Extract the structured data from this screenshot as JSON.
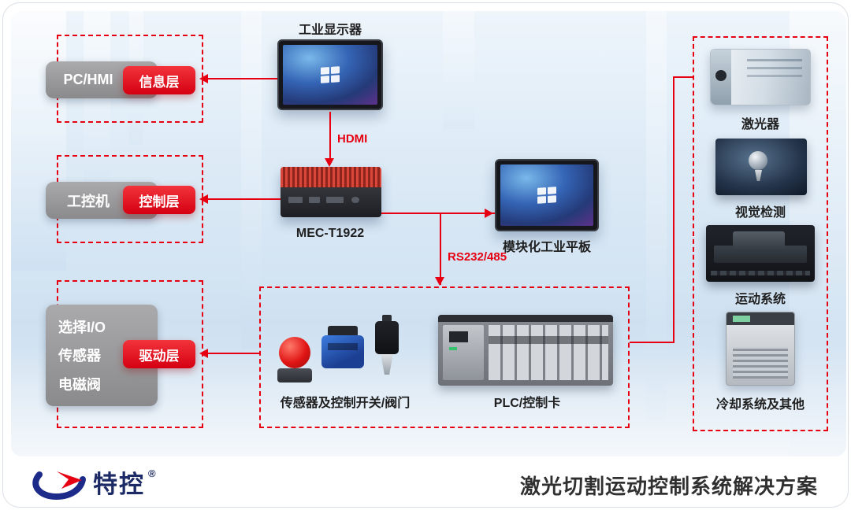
{
  "colors": {
    "accent": "#e60012",
    "badge_red": "#d50012",
    "box_grey": "#8a8a8c",
    "brand_blue": "#1c2a66"
  },
  "top_device": {
    "label": "工业显示器"
  },
  "connections": {
    "hdmi": "HDMI",
    "rs232": "RS232/485"
  },
  "center": {
    "mec_label": "MEC-T1922",
    "panel_label": "模块化工业平板"
  },
  "left_groups": [
    {
      "name": "PC/HMI",
      "badge": "信息层"
    },
    {
      "name": "工控机",
      "badge": "控制层"
    },
    {
      "lines": [
        "选择I/O",
        "传感器",
        "电磁阀"
      ],
      "badge": "驱动层"
    }
  ],
  "bottom_group": {
    "sensors_label": "传感器及控制开关/阀门",
    "plc_label": "PLC/控制卡"
  },
  "right_group": [
    {
      "label": "激光器"
    },
    {
      "label": "视觉检测"
    },
    {
      "label": "运动系统"
    },
    {
      "label": "冷却系统及其他"
    }
  ],
  "footer": {
    "brand": "特控",
    "reg": "®",
    "title": "激光切割运动控制系统解决方案"
  }
}
